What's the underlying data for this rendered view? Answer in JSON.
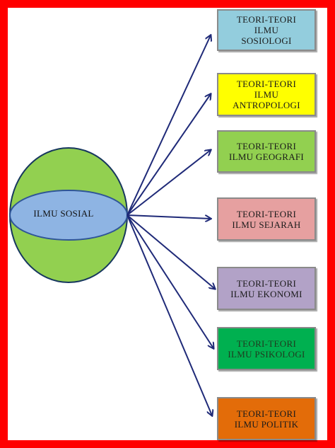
{
  "diagram": {
    "center": {
      "label": "ILMU SOSIAL",
      "outer_color": "#92d050",
      "inner_color": "#8eb4e3"
    },
    "frame_color": "#ff0000",
    "arrow_color": "#1f2a78",
    "boxes": [
      {
        "label": "TEORI-TEORI\nILMU\nSOSIOLOGI",
        "color": "#93cddd"
      },
      {
        "label": "TEORI-TEORI\nILMU\nANTROPOLOGI",
        "color": "#ffff00"
      },
      {
        "label": "TEORI-TEORI\nILMU GEOGRAFI",
        "color": "#92d050"
      },
      {
        "label": "TEORI-TEORI\nILMU SEJARAH",
        "color": "#e6a0a0"
      },
      {
        "label": "TEORI-TEORI\nILMU EKONOMI",
        "color": "#b2a2c7"
      },
      {
        "label": "TEORI-TEORI\nILMU PSIKOLOGI",
        "color": "#00b050"
      },
      {
        "label": "TEORI-TEORI\nILMU POLITIK",
        "color": "#e36c09"
      }
    ]
  }
}
